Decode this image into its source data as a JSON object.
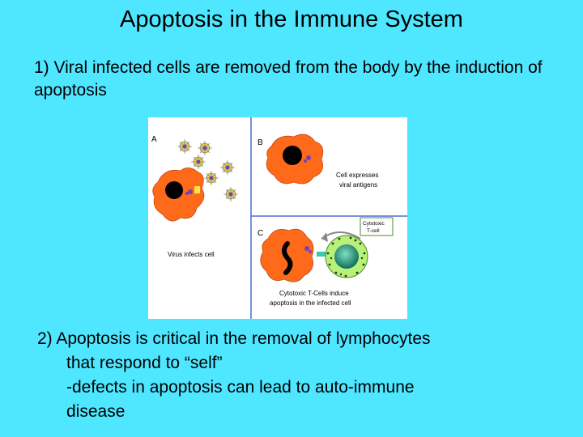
{
  "title": "Apoptosis in the Immune System",
  "point1": "1) Viral infected cells are removed from the body by the induction of apoptosis",
  "point2": {
    "line1": "2) Apoptosis is critical in the removal of lymphocytes",
    "line2": "that respond to “self”",
    "line3": "-defects in apoptosis can lead to auto-immune",
    "line4": "disease"
  },
  "figure": {
    "panel_a_label": "A",
    "panel_b_label": "B",
    "panel_c_label": "C",
    "caption_a": "Virus infects cell",
    "caption_b_line1": "Cell expresses",
    "caption_b_line2": "viral antigens",
    "tcell_box_line1": "Cytotoxic",
    "tcell_box_line2": "T-cell",
    "caption_c_line1": "Cytotoxic T-Cells induce",
    "caption_c_line2": "apoptosis in the infected cell",
    "colors": {
      "infected_cell": "#ff6a1a",
      "nucleus": "#000000",
      "virus": "#e8d64a",
      "antigen": "#7a3fb0",
      "tcell_nucleus": "#1f9a7a",
      "tcell_body": "#b8f07a",
      "panel_border": "#4a6fd0"
    }
  }
}
